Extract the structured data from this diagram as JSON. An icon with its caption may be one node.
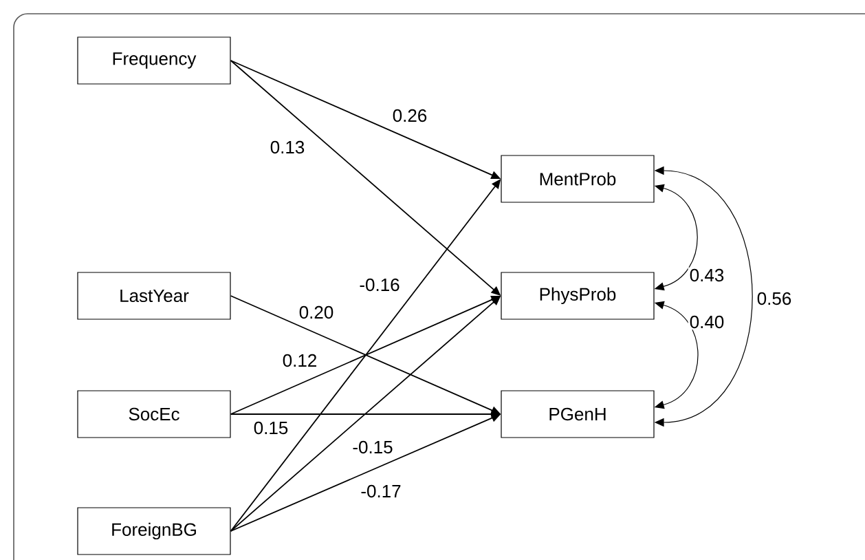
{
  "diagram": {
    "nodes": [
      {
        "text": [
          "Frequency"
        ]
      },
      {
        "text": [
          "LastYear"
        ]
      },
      {
        "text": [
          "SocEc"
        ]
      },
      {
        "text": [
          "ForeignBG"
        ]
      },
      {
        "text": [
          "MentProb"
        ]
      },
      {
        "text": [
          "PhysProb"
        ]
      },
      {
        "text": [
          "PGenH"
        ]
      }
    ],
    "edges": [
      {
        "from": 0,
        "to": 4,
        "arrow": "to",
        "label": "0.26"
      },
      {
        "from": 0,
        "to": 5,
        "arrow": "to",
        "label": "0.13"
      },
      {
        "from": 1,
        "to": 6,
        "arrow": "to",
        "label": "0.20"
      },
      {
        "from": 2,
        "to": 5,
        "arrow": "to",
        "label": "0.12"
      },
      {
        "from": 2,
        "to": 6,
        "arrow": "to",
        "label": "0.15"
      },
      {
        "from": 3,
        "to": 4,
        "arrow": "to",
        "label": "-0.16"
      },
      {
        "from": 3,
        "to": 5,
        "arrow": "to",
        "label": "-0.15"
      },
      {
        "from": 3,
        "to": 6,
        "arrow": "to",
        "label": "-0.17"
      },
      {
        "from": 4,
        "to": 5,
        "arrow": "both",
        "label": "0.43"
      },
      {
        "from": 5,
        "to": 6,
        "arrow": "both",
        "label": "0.40"
      },
      {
        "from": 4,
        "to": 6,
        "arrow": "both",
        "label": "0.56"
      }
    ]
  }
}
